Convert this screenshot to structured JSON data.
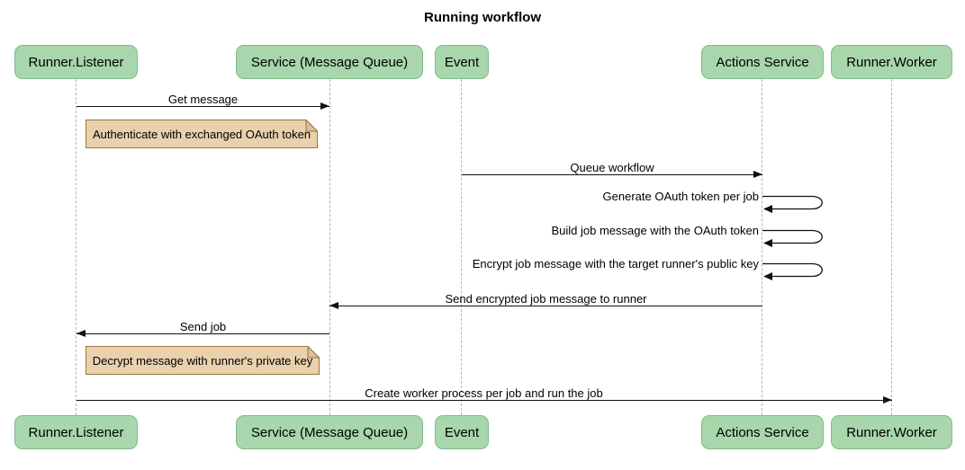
{
  "title": "Running workflow",
  "diagram_type": "sequence-diagram",
  "colors": {
    "actor_fill": "#a7d7ab",
    "actor_border": "#84b98b",
    "note_fill": "#e9d1ae",
    "note_fold": "#dcc099",
    "note_border": "#9e7442",
    "lifeline": "#b5b5b5",
    "arrow": "#111111",
    "text": "#000000",
    "bg": "#ffffff"
  },
  "actors": [
    {
      "label": "Runner.Listener"
    },
    {
      "label": "Service (Message Queue)"
    },
    {
      "label": "Event"
    },
    {
      "label": "Actions Service"
    },
    {
      "label": "Runner.Worker"
    }
  ],
  "messages": [
    {
      "text": "Get message",
      "from": "Runner.Listener",
      "to": "Service (Message Queue)",
      "kind": "arrow"
    },
    {
      "text": "Queue workflow",
      "from": "Event",
      "to": "Actions Service",
      "kind": "arrow"
    },
    {
      "text": "Generate OAuth token per job",
      "from": "Actions Service",
      "to": "Actions Service",
      "kind": "self-loop"
    },
    {
      "text": "Build job message with the OAuth token",
      "from": "Actions Service",
      "to": "Actions Service",
      "kind": "self-loop"
    },
    {
      "text": "Encrypt job message with the target runner's public key",
      "from": "Actions Service",
      "to": "Actions Service",
      "kind": "self-loop"
    },
    {
      "text": "Send encrypted job message to runner",
      "from": "Actions Service",
      "to": "Service (Message Queue)",
      "kind": "arrow"
    },
    {
      "text": "Send job",
      "from": "Service (Message Queue)",
      "to": "Runner.Listener",
      "kind": "arrow"
    },
    {
      "text": "Create worker process per job and run the job",
      "from": "Runner.Listener",
      "to": "Runner.Worker",
      "kind": "arrow"
    }
  ],
  "notes": [
    {
      "text": "Authenticate with exchanged OAuth token",
      "anchor": "Runner.Listener"
    },
    {
      "text": "Decrypt message with runner's private key",
      "anchor": "Runner.Listener"
    }
  ]
}
